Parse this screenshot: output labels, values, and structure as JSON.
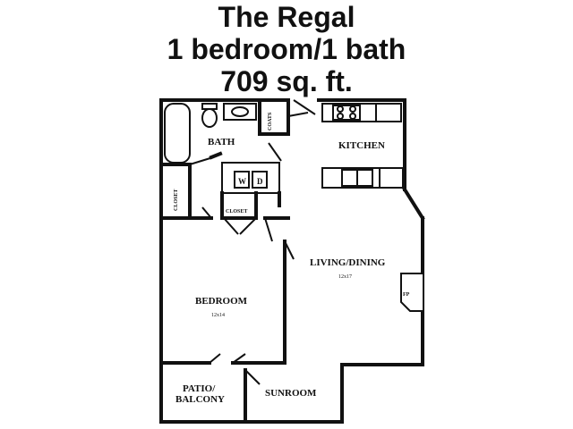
{
  "header": {
    "name": "The Regal",
    "layout": "1 bedroom/1 bath",
    "size": "709 sq. ft."
  },
  "rooms": {
    "bath": "BATH",
    "coats": "COATS",
    "kitchen": "KITCHEN",
    "closet_left": "CLOSET",
    "closet_mid": "CLOSET",
    "washer": "W",
    "dryer": "D",
    "living": "LIVING/DINING",
    "living_dim": "12x17",
    "bedroom": "BEDROOM",
    "bedroom_dim": "12x14",
    "fireplace": "FP",
    "patio_1": "PATIO/",
    "patio_2": "BALCONY",
    "sunroom": "SUNROOM"
  }
}
